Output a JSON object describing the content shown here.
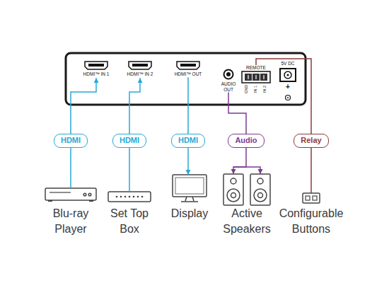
{
  "diagram": {
    "nodes": [
      {
        "text": [
          "HDMI™ IN 1"
        ]
      },
      {
        "text": [
          "HDMI™ IN 2"
        ]
      },
      {
        "text": [
          "HDMI™ OUT"
        ]
      },
      {
        "text": [
          "AUDIO OUT"
        ]
      },
      {
        "text": [
          "REMOTE",
          "GND",
          "IN 1",
          "IN 2"
        ]
      },
      {
        "text": [
          "HDMI"
        ]
      },
      {
        "text": [
          "HDMI"
        ]
      },
      {
        "text": [
          "HDMI"
        ]
      },
      {
        "text": [
          "Audio"
        ]
      },
      {
        "text": [
          "Relay"
        ]
      },
      {
        "text": [
          "Blu-ray Player"
        ]
      },
      {
        "text": [
          "Set Top Box"
        ]
      },
      {
        "text": [
          "Display"
        ]
      },
      {
        "text": [
          "Active Speakers"
        ]
      },
      {
        "text": [
          "Configurable Buttons"
        ]
      }
    ],
    "edges": [
      {
        "from": 10,
        "to": 5,
        "arrow": "none"
      },
      {
        "from": 5,
        "to": 0,
        "arrow": "to"
      },
      {
        "from": 11,
        "to": 6,
        "arrow": "none"
      },
      {
        "from": 6,
        "to": 1,
        "arrow": "to"
      },
      {
        "from": 2,
        "to": 7,
        "arrow": "none"
      },
      {
        "from": 7,
        "to": 12,
        "arrow": "to"
      },
      {
        "from": 3,
        "to": 8,
        "arrow": "none"
      },
      {
        "from": 8,
        "to": 13,
        "arrow": "to"
      },
      {
        "from": 4,
        "to": 9,
        "arrow": "none"
      },
      {
        "from": 9,
        "to": 14,
        "arrow": "none"
      }
    ],
    "labels": [
      "5V DC",
      "+"
    ]
  }
}
